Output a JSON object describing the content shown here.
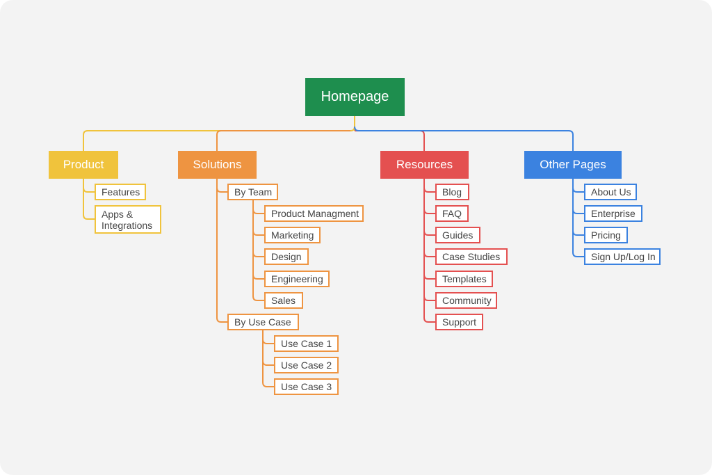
{
  "colors": {
    "root": "#1e8e4e",
    "product": "#f0c33c",
    "solutions": "#ee9441",
    "resources": "#e45050",
    "other": "#3b82e0",
    "background": "#f3f3f3"
  },
  "root": {
    "label": "Homepage"
  },
  "product": {
    "label": "Product",
    "children": [
      "Features",
      "Apps & Integrations"
    ]
  },
  "solutions": {
    "label": "Solutions",
    "by_team": {
      "label": "By Team",
      "children": [
        "Product Managment",
        "Marketing",
        "Design",
        "Engineering",
        "Sales"
      ]
    },
    "by_use_case": {
      "label": "By Use Case",
      "children": [
        "Use Case 1",
        "Use Case 2",
        "Use Case 3"
      ]
    }
  },
  "resources": {
    "label": "Resources",
    "children": [
      "Blog",
      "FAQ",
      "Guides",
      "Case Studies",
      "Templates",
      "Community",
      "Support"
    ]
  },
  "other": {
    "label": "Other Pages",
    "children": [
      "About Us",
      "Enterprise",
      "Pricing",
      "Sign Up/Log In"
    ]
  }
}
